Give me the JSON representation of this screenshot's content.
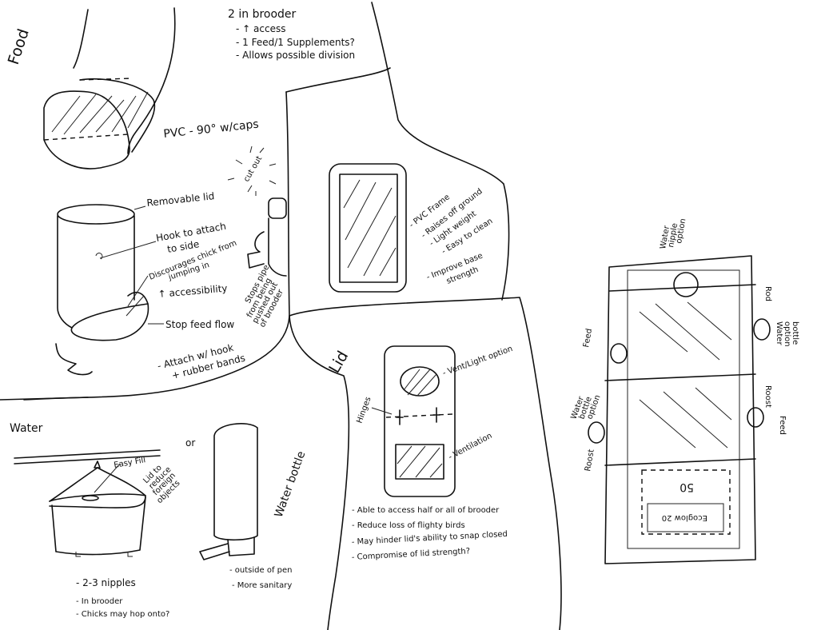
{
  "food": {
    "heading": "Food",
    "pvc_note": "PVC - 90° w/caps",
    "cut_out": "cut out",
    "brooder_notes": [
      "2 in brooder",
      "- ↑ access",
      "- 1 Feed/1 Supplements?",
      "- Allows possible division"
    ],
    "feeder_labels": {
      "lid": "Removable lid",
      "hook_1": "Hook to attach",
      "hook_2": "to side",
      "discourage_1": "Discourages chick from",
      "discourage_2": "jumping in",
      "access": "↑ accessibility",
      "stop": "Stop feed flow",
      "attach_1": "- Attach w/ hook",
      "attach_2": "+ rubber bands"
    },
    "stop_pipe": [
      "Stops pipe",
      "from being",
      "pushed out",
      "of brooder"
    ]
  },
  "frame": {
    "notes": [
      "- PVC Frame",
      "- Raises off ground",
      "- Light weight",
      "- Easy to clean",
      "- Improve base",
      "strength"
    ]
  },
  "lid": {
    "heading": "Lid",
    "vent_light": "- Vent/Light option",
    "hinges": "Hinges",
    "ventilation": "- Ventilation",
    "notes": [
      "- Able to access half or all of brooder",
      "- Reduce loss of flighty birds",
      "- May hinder lid's ability to snap closed",
      "- Compromise of lid strength?"
    ]
  },
  "water": {
    "heading": "Water",
    "easy_fill": "Easy Fill",
    "lid_note": [
      "Lid to",
      "reduce",
      "foreign",
      "objects"
    ],
    "or": "or",
    "bottle": "Water bottle",
    "bottle_notes": [
      "- outside of pen",
      "- More sanitary"
    ],
    "nipple_notes": [
      "- 2-3 nipples",
      "- In brooder",
      "- Chicks may hop onto?"
    ]
  },
  "layout": {
    "water_nipple": [
      "Water",
      "nipple",
      "option"
    ],
    "rod": "Rod",
    "feed_left": "Feed",
    "water_bottle_right": [
      "Water",
      "option",
      "bottle"
    ],
    "roost_right": "Roost",
    "water_bottle_left": [
      "Water",
      "bottle",
      "option"
    ],
    "feed_right": "Feed",
    "roost_left": "Roost",
    "lamp": "50",
    "ecoglow": "Ecoglow 20"
  }
}
